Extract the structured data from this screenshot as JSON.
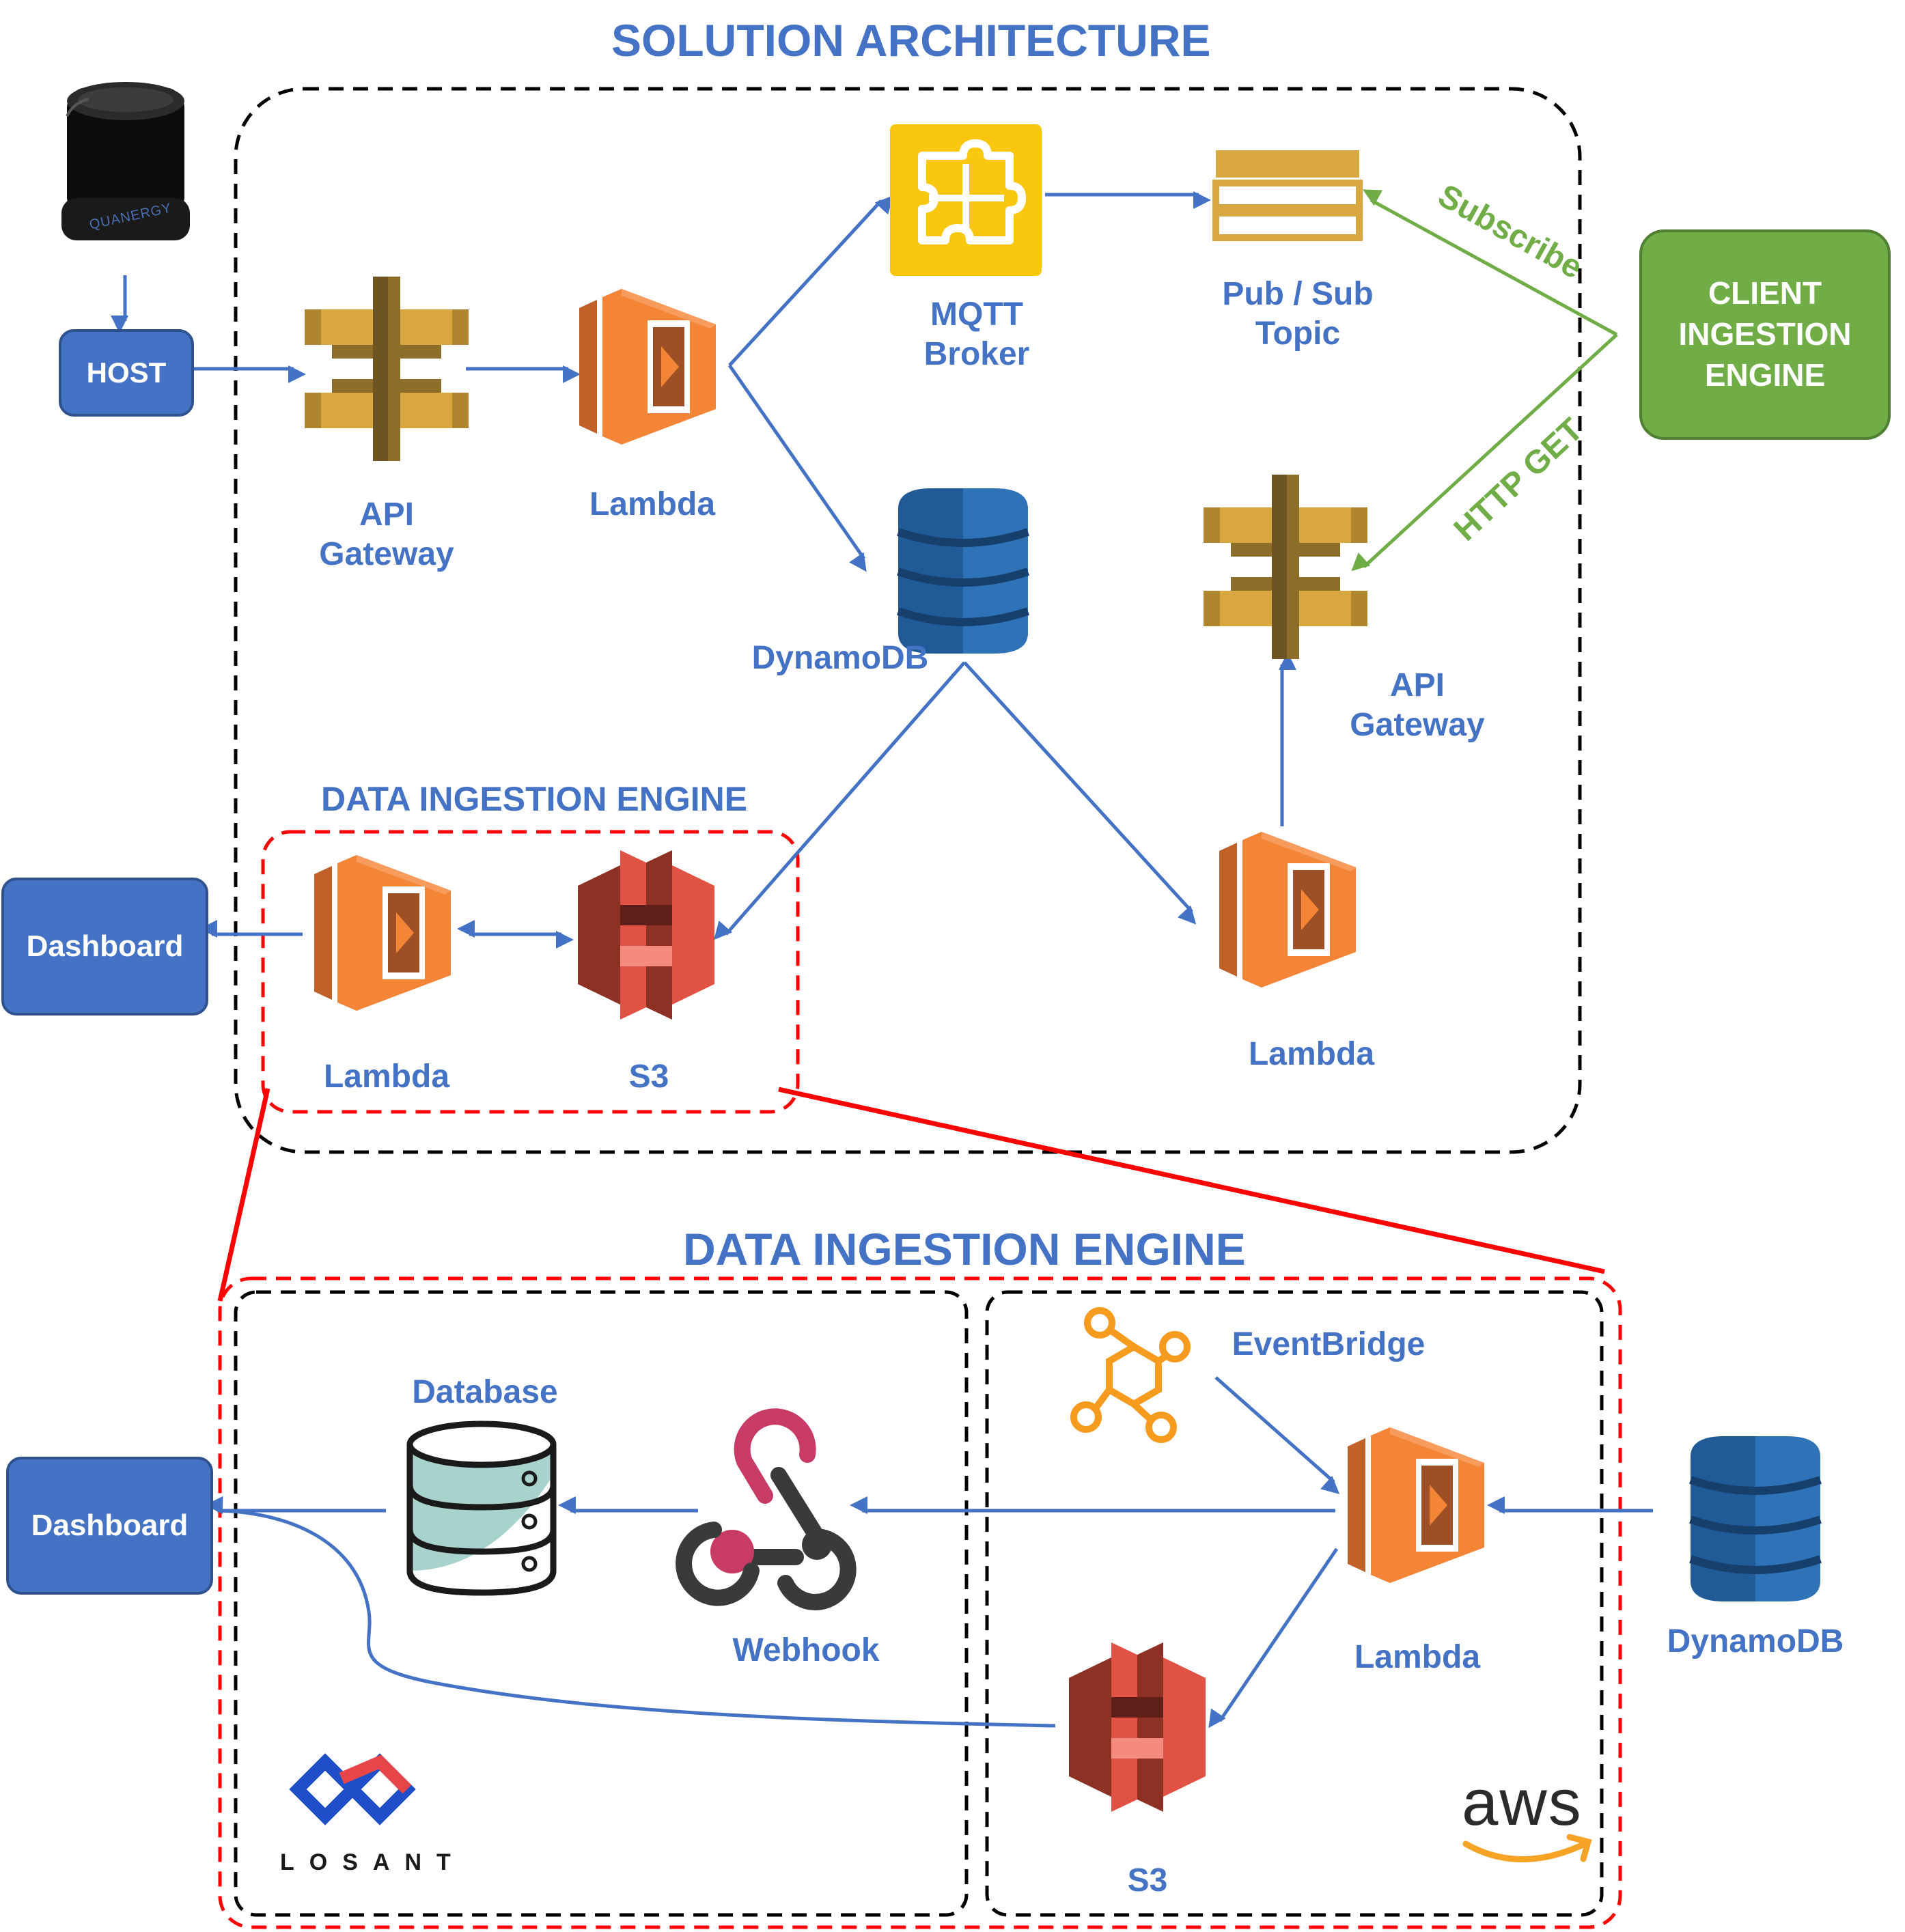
{
  "titles": {
    "solution_architecture": "SOLUTION ARCHITECTURE",
    "data_ingestion_engine_small": "DATA INGESTION ENGINE",
    "data_ingestion_engine_big": "DATA INGESTION ENGINE"
  },
  "boxes": {
    "host": "HOST",
    "dashboard_top": "Dashboard",
    "dashboard_bottom": "Dashboard",
    "client_ingestion_engine": "CLIENT\nINGESTION\nENGINE"
  },
  "labels": {
    "api_gateway_1": "API\nGateway",
    "lambda_1": "Lambda",
    "mqtt_broker": "MQTT\nBroker",
    "pubsub_topic": "Pub / Sub\nTopic",
    "dynamodb_1": "DynamoDB",
    "api_gateway_2": "API\nGateway",
    "lambda_2": "Lambda",
    "lambda_3": "Lambda",
    "s3_1": "S3",
    "database": "Database",
    "webhook": "Webhook",
    "eventbridge": "EventBridge",
    "lambda_4": "Lambda",
    "dynamodb_2": "DynamoDB",
    "s3_2": "S3"
  },
  "edge_labels": {
    "subscribe": "Subscribe",
    "http_get": "HTTP GET"
  },
  "brands": {
    "sensor": "QUANERGY",
    "losant": "LOSANT",
    "aws": "aws"
  },
  "colors": {
    "blue": "#4472c4",
    "green": "#70ad47",
    "red": "#ff0000",
    "lambda_orange": "#f58536",
    "api_gold": "#d9a740",
    "s3_red": "#e05243",
    "dynamo_blue": "#2e73b8",
    "mqtt_yellow": "#f9c80e"
  }
}
